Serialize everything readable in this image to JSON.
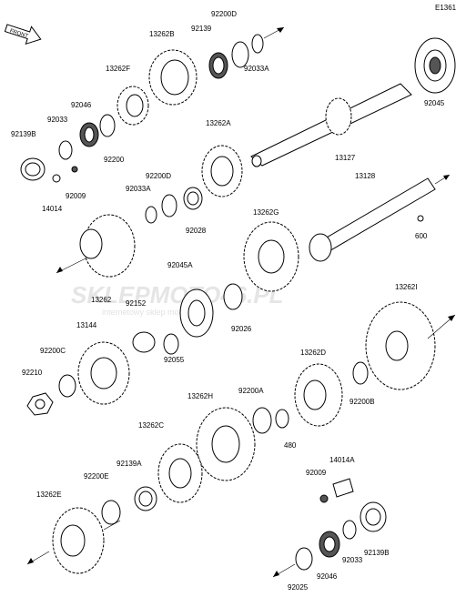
{
  "diagram": {
    "code": "E1361",
    "front_label": "FRONT",
    "watermark": {
      "brand": "SKLEPMOTO46.PL",
      "tagline": "internetowy sklep motocyklowy"
    },
    "parts": [
      "92200D",
      "92139",
      "13262B",
      "13262F",
      "92033A",
      "92045",
      "92046",
      "92033",
      "92139B",
      "13262A",
      "13127",
      "92200",
      "92009",
      "14014",
      "92200D",
      "92033A",
      "13128",
      "92028",
      "13262G",
      "600",
      "13262",
      "92152",
      "92045A",
      "13262I",
      "13144",
      "92026",
      "92200C",
      "92055",
      "92210",
      "13262D",
      "13262H",
      "92200A",
      "92200B",
      "480",
      "13262C",
      "14014A",
      "92139A",
      "92009",
      "92200E",
      "13262E",
      "92033",
      "92139B",
      "92046",
      "92025"
    ]
  }
}
